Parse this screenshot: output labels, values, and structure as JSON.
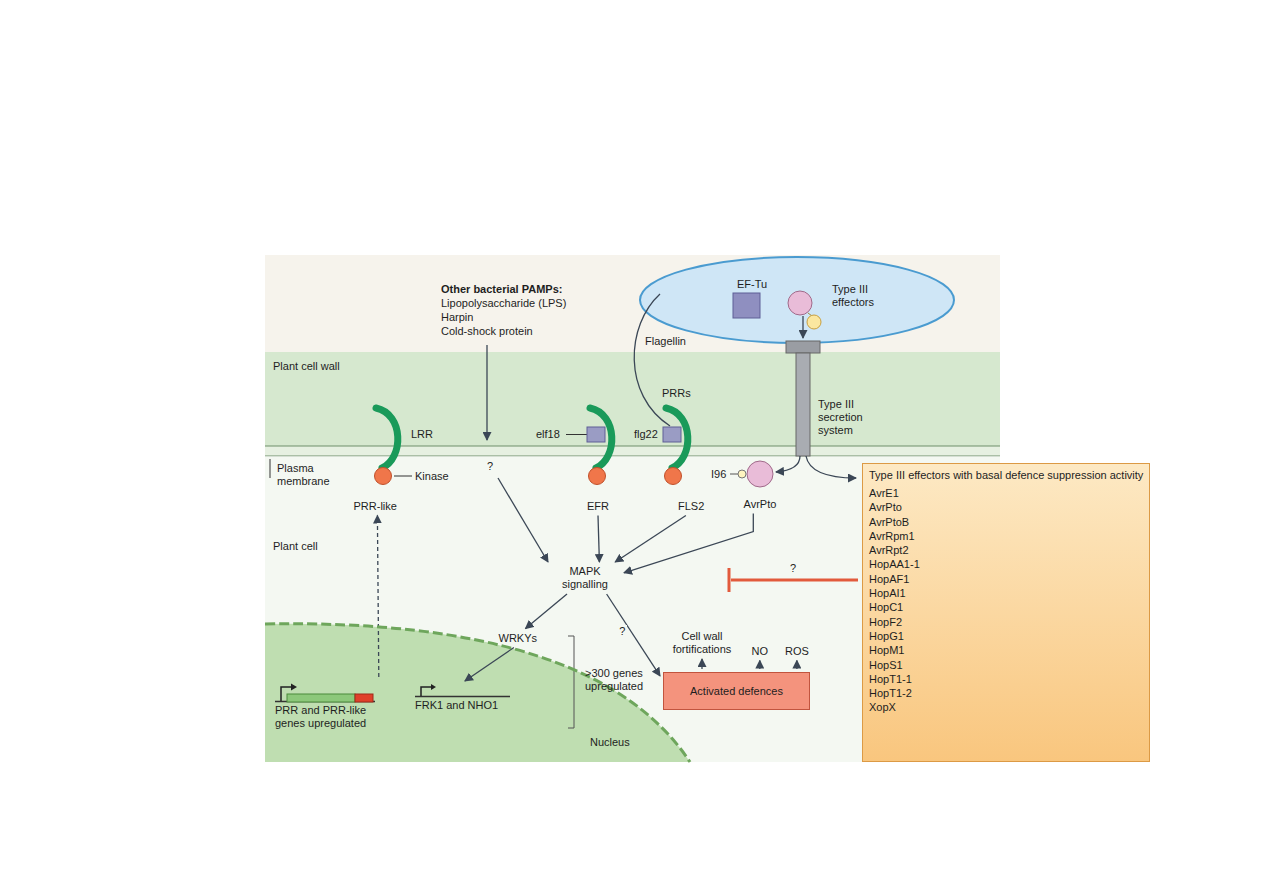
{
  "diagram": {
    "nodes": [
      {
        "text": [
          "PRR-like"
        ]
      },
      {
        "text": [
          "EFR"
        ]
      },
      {
        "text": [
          "FLS2"
        ]
      },
      {
        "text": [
          "AvrPto"
        ]
      },
      {
        "text": [
          "MAPK signalling"
        ]
      },
      {
        "text": [
          "Type III effectors with basal defence suppression activity",
          "AvrE1",
          "AvrPto",
          "AvrPtoB",
          "AvrRpm1",
          "AvrRpt2",
          "HopAA1-1",
          "HopAF1",
          "HopAI1",
          "HopC1",
          "HopF2",
          "HopG1",
          "HopM1",
          "HopS1",
          "HopT1-1",
          "HopT1-2",
          "XopX"
        ]
      },
      {
        "text": [
          "WRKYs"
        ]
      },
      {
        "text": [
          "Cell wall fortifications"
        ]
      },
      {
        "text": [
          "NO"
        ]
      },
      {
        "text": [
          "ROS"
        ]
      },
      {
        "text": [
          "Activated defences"
        ]
      },
      {
        "text": [
          "Nucleus"
        ]
      },
      {
        "text": [
          "PRR and PRR-like genes upregulated"
        ],
        "in": 11
      },
      {
        "text": [
          "FRK1 and NHO1"
        ],
        "in": 11
      }
    ],
    "edges": [
      {
        "from": 12,
        "to": 0,
        "arrow": "to"
      },
      {
        "from": 1,
        "to": 4,
        "arrow": "to"
      },
      {
        "from": 2,
        "to": 4,
        "arrow": "to"
      },
      {
        "from": 3,
        "to": 4,
        "arrow": "to"
      },
      {
        "from": 4,
        "to": 6,
        "arrow": "to"
      },
      {
        "from": 4,
        "to": 10,
        "label": "?",
        "arrow": "to"
      },
      {
        "from": 6,
        "to": 13,
        "arrow": "to"
      },
      {
        "from": 10,
        "to": 7,
        "arrow": "to"
      },
      {
        "from": 10,
        "to": 8,
        "arrow": "to"
      },
      {
        "from": 10,
        "to": 9,
        "arrow": "to"
      }
    ],
    "labels": [
      "Other bacterial PAMPs:",
      "Lipopolysaccharide (LPS)",
      "Harpin",
      "Cold-shock protein",
      "EF-Tu",
      "Type III effectors",
      "Flagellin",
      "PRRs",
      "Plant cell wall",
      "LRR",
      "elf18",
      "flg22",
      "Type III secretion system",
      "Kinase",
      "Plasma membrane",
      "I96",
      "?",
      "Plant cell",
      "?",
      ">300 genes upregulated"
    ]
  }
}
